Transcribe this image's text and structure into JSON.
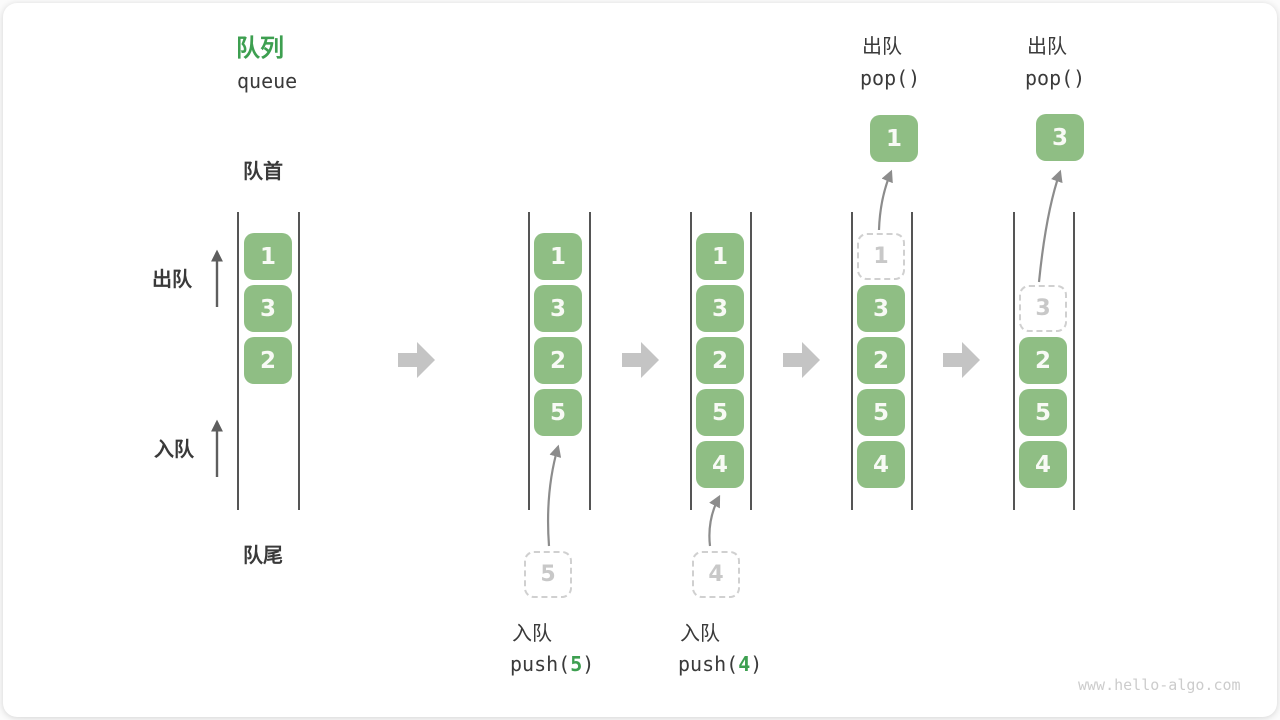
{
  "colors": {
    "green": "#8FBE84",
    "accent": "#3D9F50",
    "text": "#3A3A3A",
    "rail": "#555555",
    "block-arrow": "#C4C4C4",
    "dashed": "#D0D0D0",
    "dashed-text": "#C8C8C8",
    "muted-arrow": "#8C8C8C",
    "label-arrow": "#5E5E5E",
    "watermark": "#CCCCCC"
  },
  "title": {
    "zh": "队列",
    "en": "queue"
  },
  "side": {
    "front": "队首",
    "rear": "队尾",
    "dequeue": "出队",
    "enqueue": "入队"
  },
  "stages": [
    {
      "boxes": [
        "1",
        "3",
        "2"
      ]
    },
    {
      "boxes": [
        "1",
        "3",
        "2",
        "5"
      ],
      "staged": "5",
      "op": "入队",
      "code_pre": "push(",
      "code_arg": "5",
      "code_suf": ")"
    },
    {
      "boxes": [
        "1",
        "3",
        "2",
        "5",
        "4"
      ],
      "staged": "4",
      "op": "入队",
      "code_pre": "push(",
      "code_arg": "4",
      "code_suf": ")"
    },
    {
      "dashed": "1",
      "boxes": [
        "3",
        "2",
        "5",
        "4"
      ],
      "popped": "1",
      "op": "出队",
      "code": "pop()"
    },
    {
      "dashed": "3",
      "boxes": [
        "2",
        "5",
        "4"
      ],
      "popped": "3",
      "op": "出队",
      "code": "pop()"
    }
  ],
  "watermark": "www.hello-algo.com"
}
